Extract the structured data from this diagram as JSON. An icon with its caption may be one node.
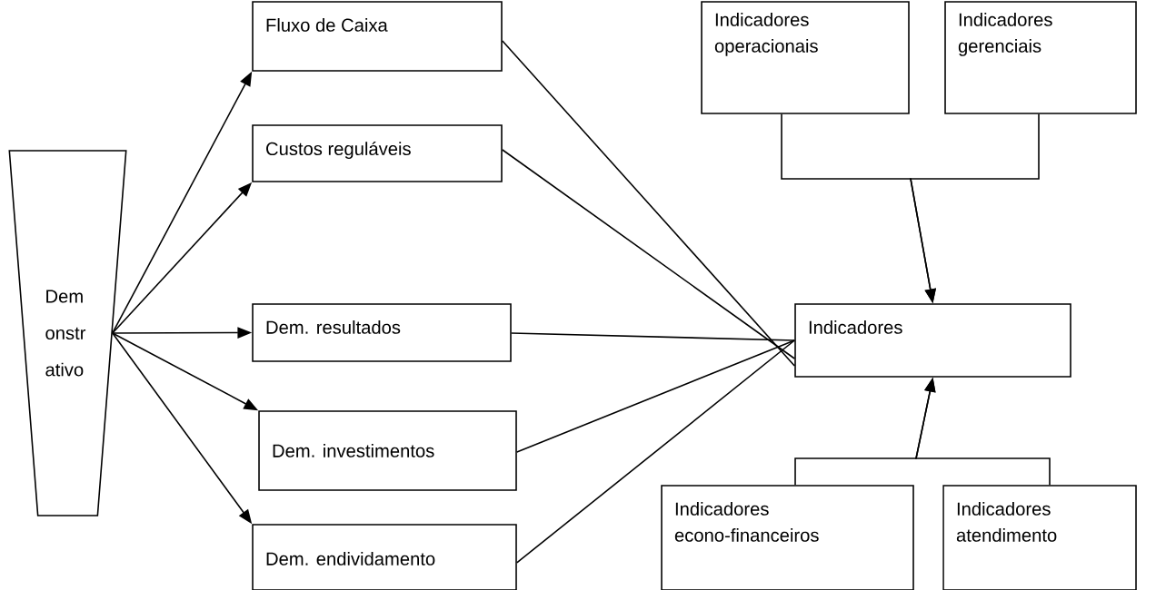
{
  "diagram": {
    "nodes": [
      {
        "text": [
          "Demonstrativo"
        ]
      },
      {
        "text": [
          "Fluxo de Caixa"
        ]
      },
      {
        "text": [
          "Custos reguláveis"
        ]
      },
      {
        "text": [
          "Dem. resultados"
        ]
      },
      {
        "text": [
          "Dem. investimentos"
        ]
      },
      {
        "text": [
          "Dem. endividamento"
        ]
      },
      {
        "text": [
          "Indicadores"
        ]
      },
      {
        "text": [
          "Indicadores operacionais"
        ]
      },
      {
        "text": [
          "Indicadores gerenciais"
        ]
      },
      {
        "text": [
          "Indicadores econo-financeiros"
        ]
      },
      {
        "text": [
          "Indicadores atendimento"
        ]
      }
    ],
    "edges": [
      {
        "from": 0,
        "to": 1,
        "arrow": "to"
      },
      {
        "from": 0,
        "to": 2,
        "arrow": "to"
      },
      {
        "from": 0,
        "to": 3,
        "arrow": "to"
      },
      {
        "from": 0,
        "to": 4,
        "arrow": "to"
      },
      {
        "from": 0,
        "to": 5,
        "arrow": "to"
      },
      {
        "from": 1,
        "to": 6,
        "arrow": "none"
      },
      {
        "from": 2,
        "to": 6,
        "arrow": "none"
      },
      {
        "from": 3,
        "to": 6,
        "arrow": "none"
      },
      {
        "from": 4,
        "to": 6,
        "arrow": "none"
      },
      {
        "from": 5,
        "to": 6,
        "arrow": "none"
      },
      {
        "from": 7,
        "to": 6,
        "arrow": "to"
      },
      {
        "from": 8,
        "to": 6,
        "arrow": "to"
      },
      {
        "from": 9,
        "to": 6,
        "arrow": "to"
      },
      {
        "from": 10,
        "to": 6,
        "arrow": "to"
      }
    ]
  }
}
